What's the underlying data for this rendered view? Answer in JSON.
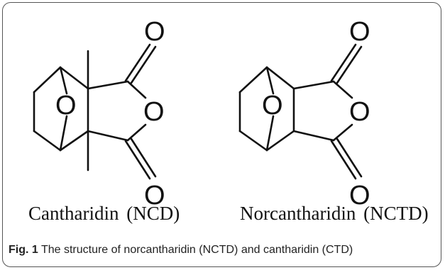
{
  "figure": {
    "label": "Fig. 1",
    "caption": " The structure of norcantharidin (NCTD) and cantharidin (CTD)"
  },
  "molecules": [
    {
      "name": "Cantharidin (NCD)",
      "atoms": {
        "ring_o": "O",
        "anhydride_o": "O",
        "carbonyl_top": "O",
        "carbonyl_bottom": "O"
      }
    },
    {
      "name": "Norcantharidin (NCTD)",
      "atoms": {
        "ring_o": "O",
        "anhydride_o": "O",
        "carbonyl_top": "O",
        "carbonyl_bottom": "O"
      }
    }
  ]
}
